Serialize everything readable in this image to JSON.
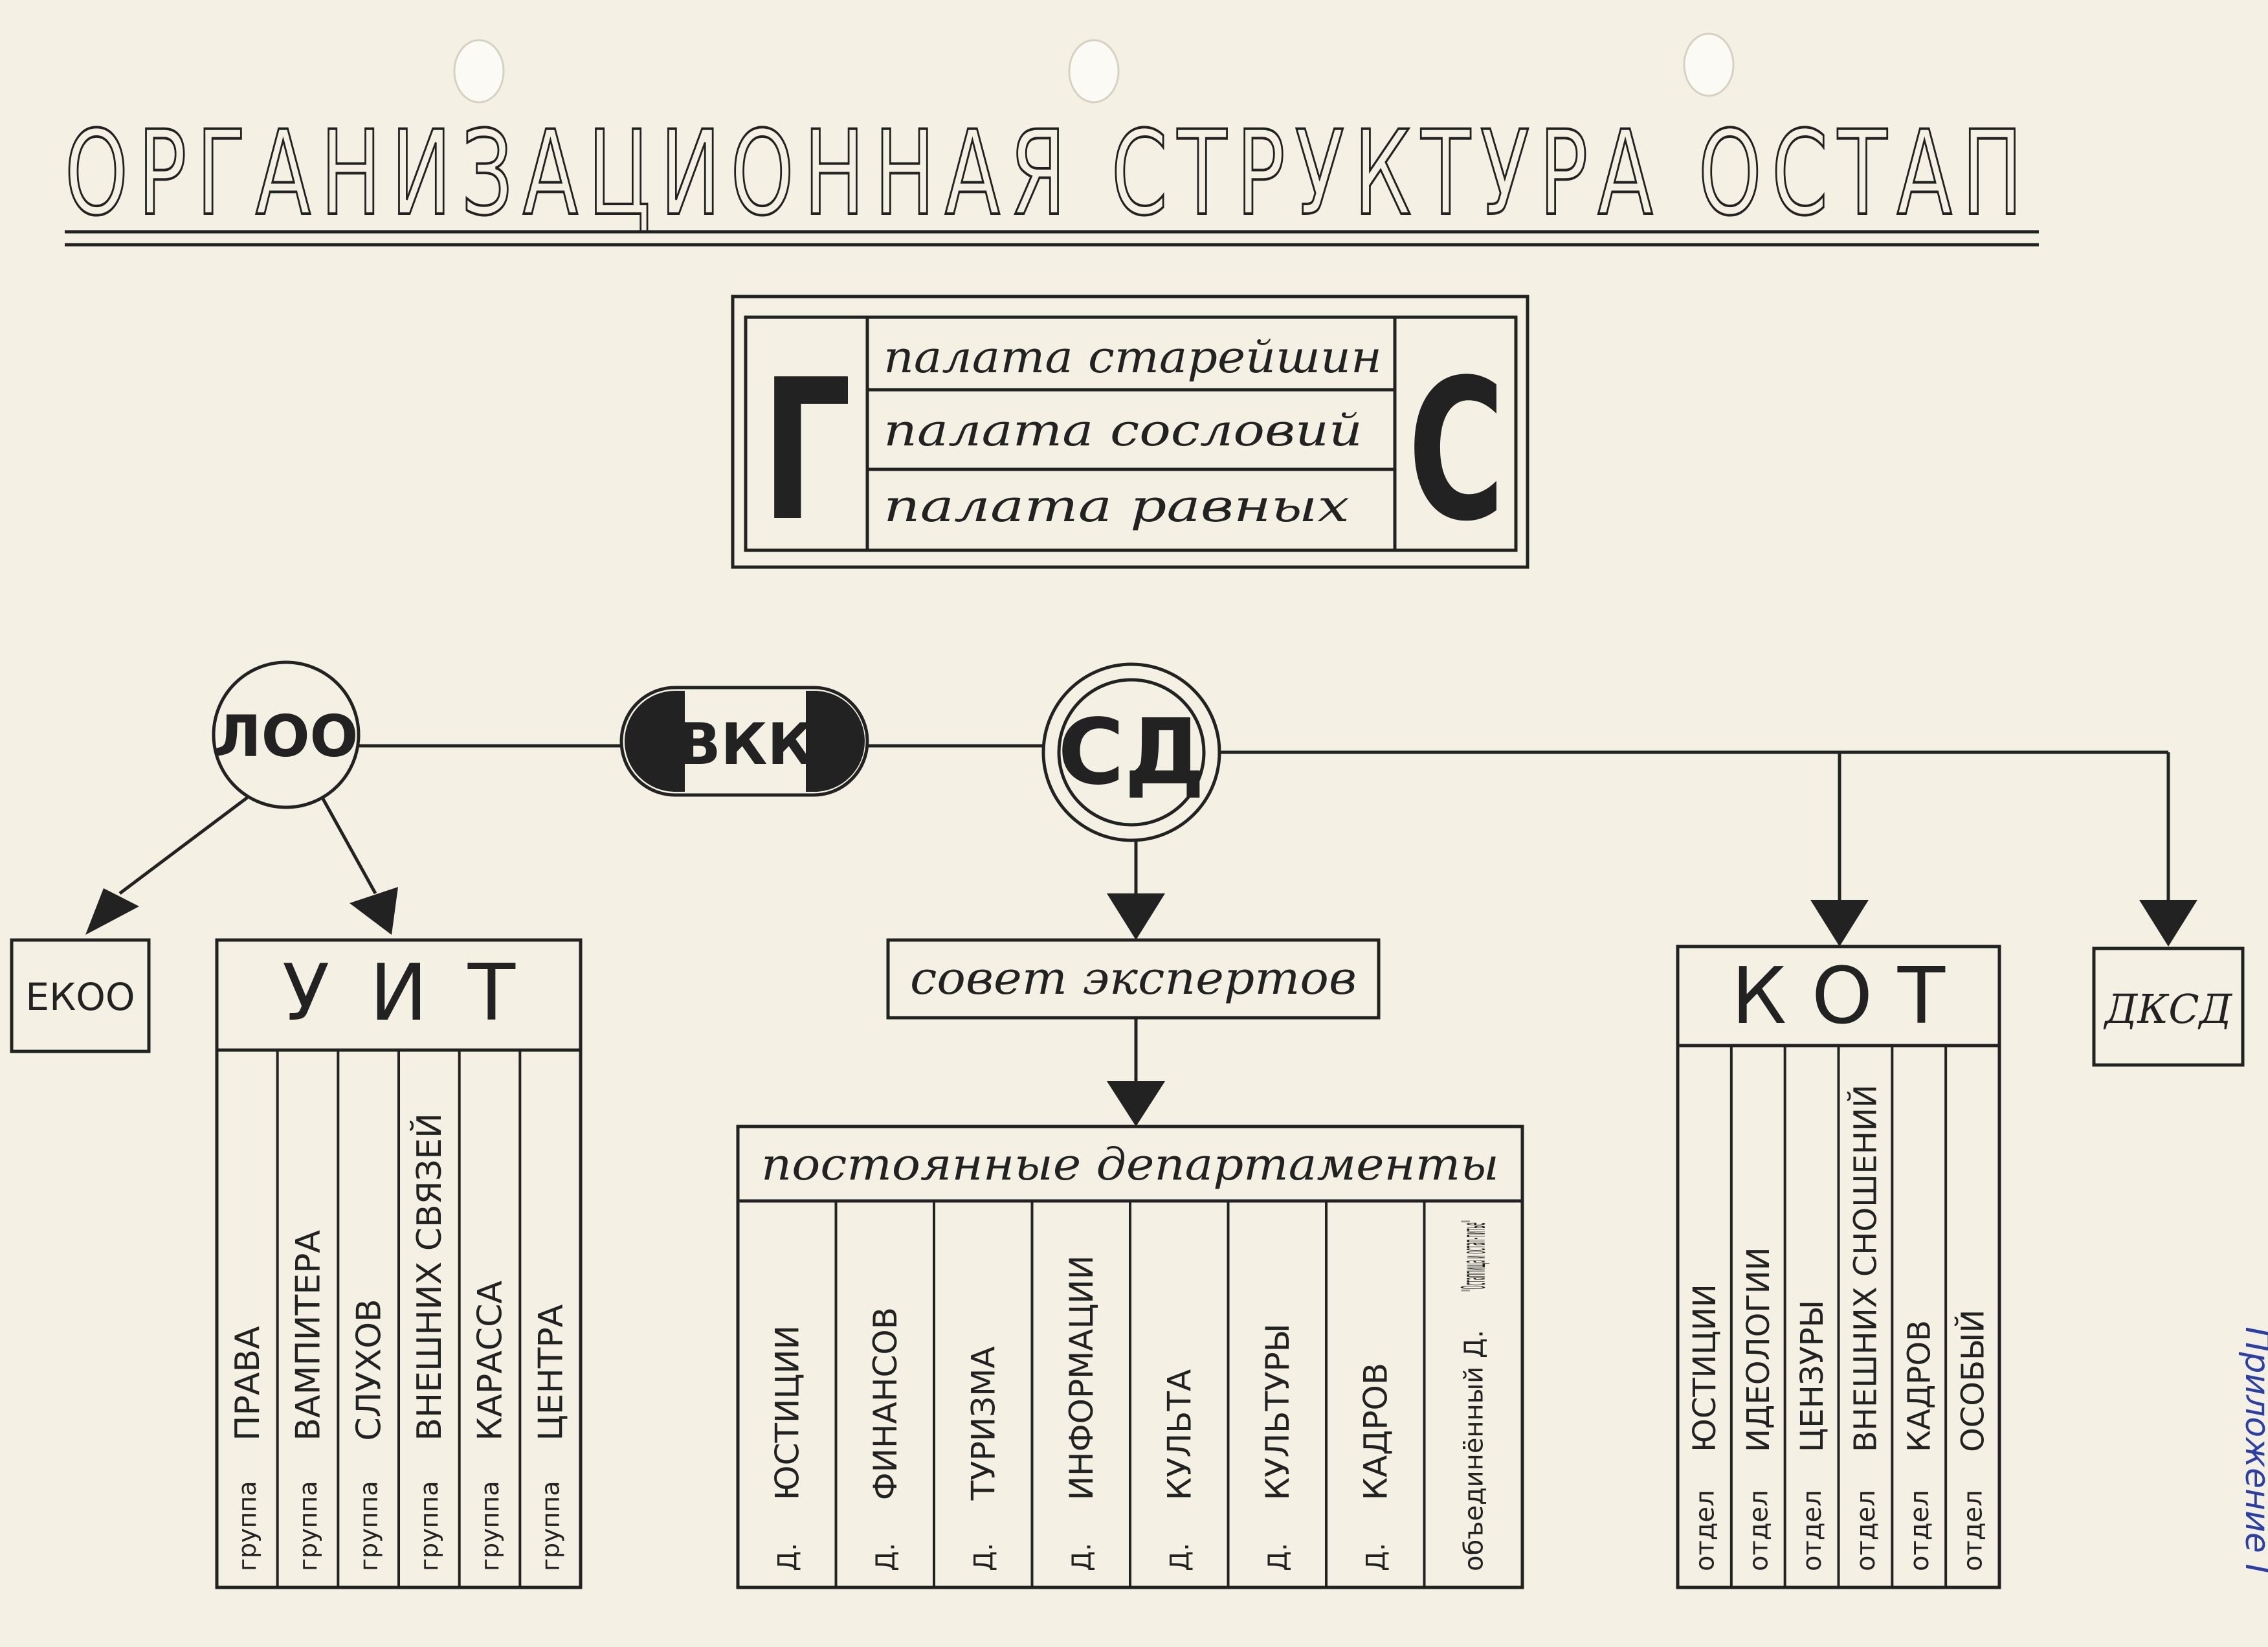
{
  "title": "ОРГАНИЗАЦИОННАЯ СТРУКТУРА ОСТАП",
  "gs": {
    "left_letter": "Г",
    "right_letter": "С",
    "chambers": [
      "палата старейшин",
      "палата сословий",
      "палата равных"
    ]
  },
  "nodes": {
    "loo": "ЛОО",
    "vkk": "ВКК",
    "sd": "СД",
    "ekoo": "ЕКОО",
    "dksd": "ДКСД",
    "council": "совет экспертов"
  },
  "uit": {
    "label": "У И Т",
    "columns": [
      {
        "prefix": "группа",
        "name": "ПРАВА"
      },
      {
        "prefix": "группа",
        "name": "ВАМПИТЕРА"
      },
      {
        "prefix": "группа",
        "name": "СЛУХОВ"
      },
      {
        "prefix": "группа",
        "name": "ВНЕШНИХ СВЯЗЕЙ"
      },
      {
        "prefix": "группа",
        "name": "КАРАССА"
      },
      {
        "prefix": "группа",
        "name": "ЦЕНТРА"
      }
    ]
  },
  "departments": {
    "label": "постоянные департаменты",
    "columns": [
      {
        "prefix": "Д.",
        "name": "ЮСТИЦИИ"
      },
      {
        "prefix": "Д.",
        "name": "ФИНАНСОВ"
      },
      {
        "prefix": "Д.",
        "name": "ТУРИЗМА"
      },
      {
        "prefix": "Д.",
        "name": "ИНФОРМАЦИИ"
      },
      {
        "prefix": "Д.",
        "name": "КУЛЬТА"
      },
      {
        "prefix": "Д.",
        "name": "КУЛЬТУРЫ"
      },
      {
        "prefix": "Д.",
        "name": "КАДРОВ"
      },
      {
        "prefix": "объединённый Д.",
        "name": "\"Остаппища и остап-питье\""
      }
    ]
  },
  "kot": {
    "label": "К О Т",
    "columns": [
      {
        "prefix": "отдел",
        "name": "ЮСТИЦИИ"
      },
      {
        "prefix": "отдел",
        "name": "ИДЕОЛОГИИ"
      },
      {
        "prefix": "отдел",
        "name": "ЦЕНЗУРЫ"
      },
      {
        "prefix": "отдел",
        "name": "ВНЕШНИХ СНОШЕНИЙ"
      },
      {
        "prefix": "отдел",
        "name": "КАДРОВ"
      },
      {
        "prefix": "отдел",
        "name": "ОСОБЫЙ"
      }
    ]
  },
  "side_note": "Приложение I",
  "colors": {
    "ink": "#222222",
    "paper": "#f4f1e4",
    "note": "#2b3fa6"
  }
}
